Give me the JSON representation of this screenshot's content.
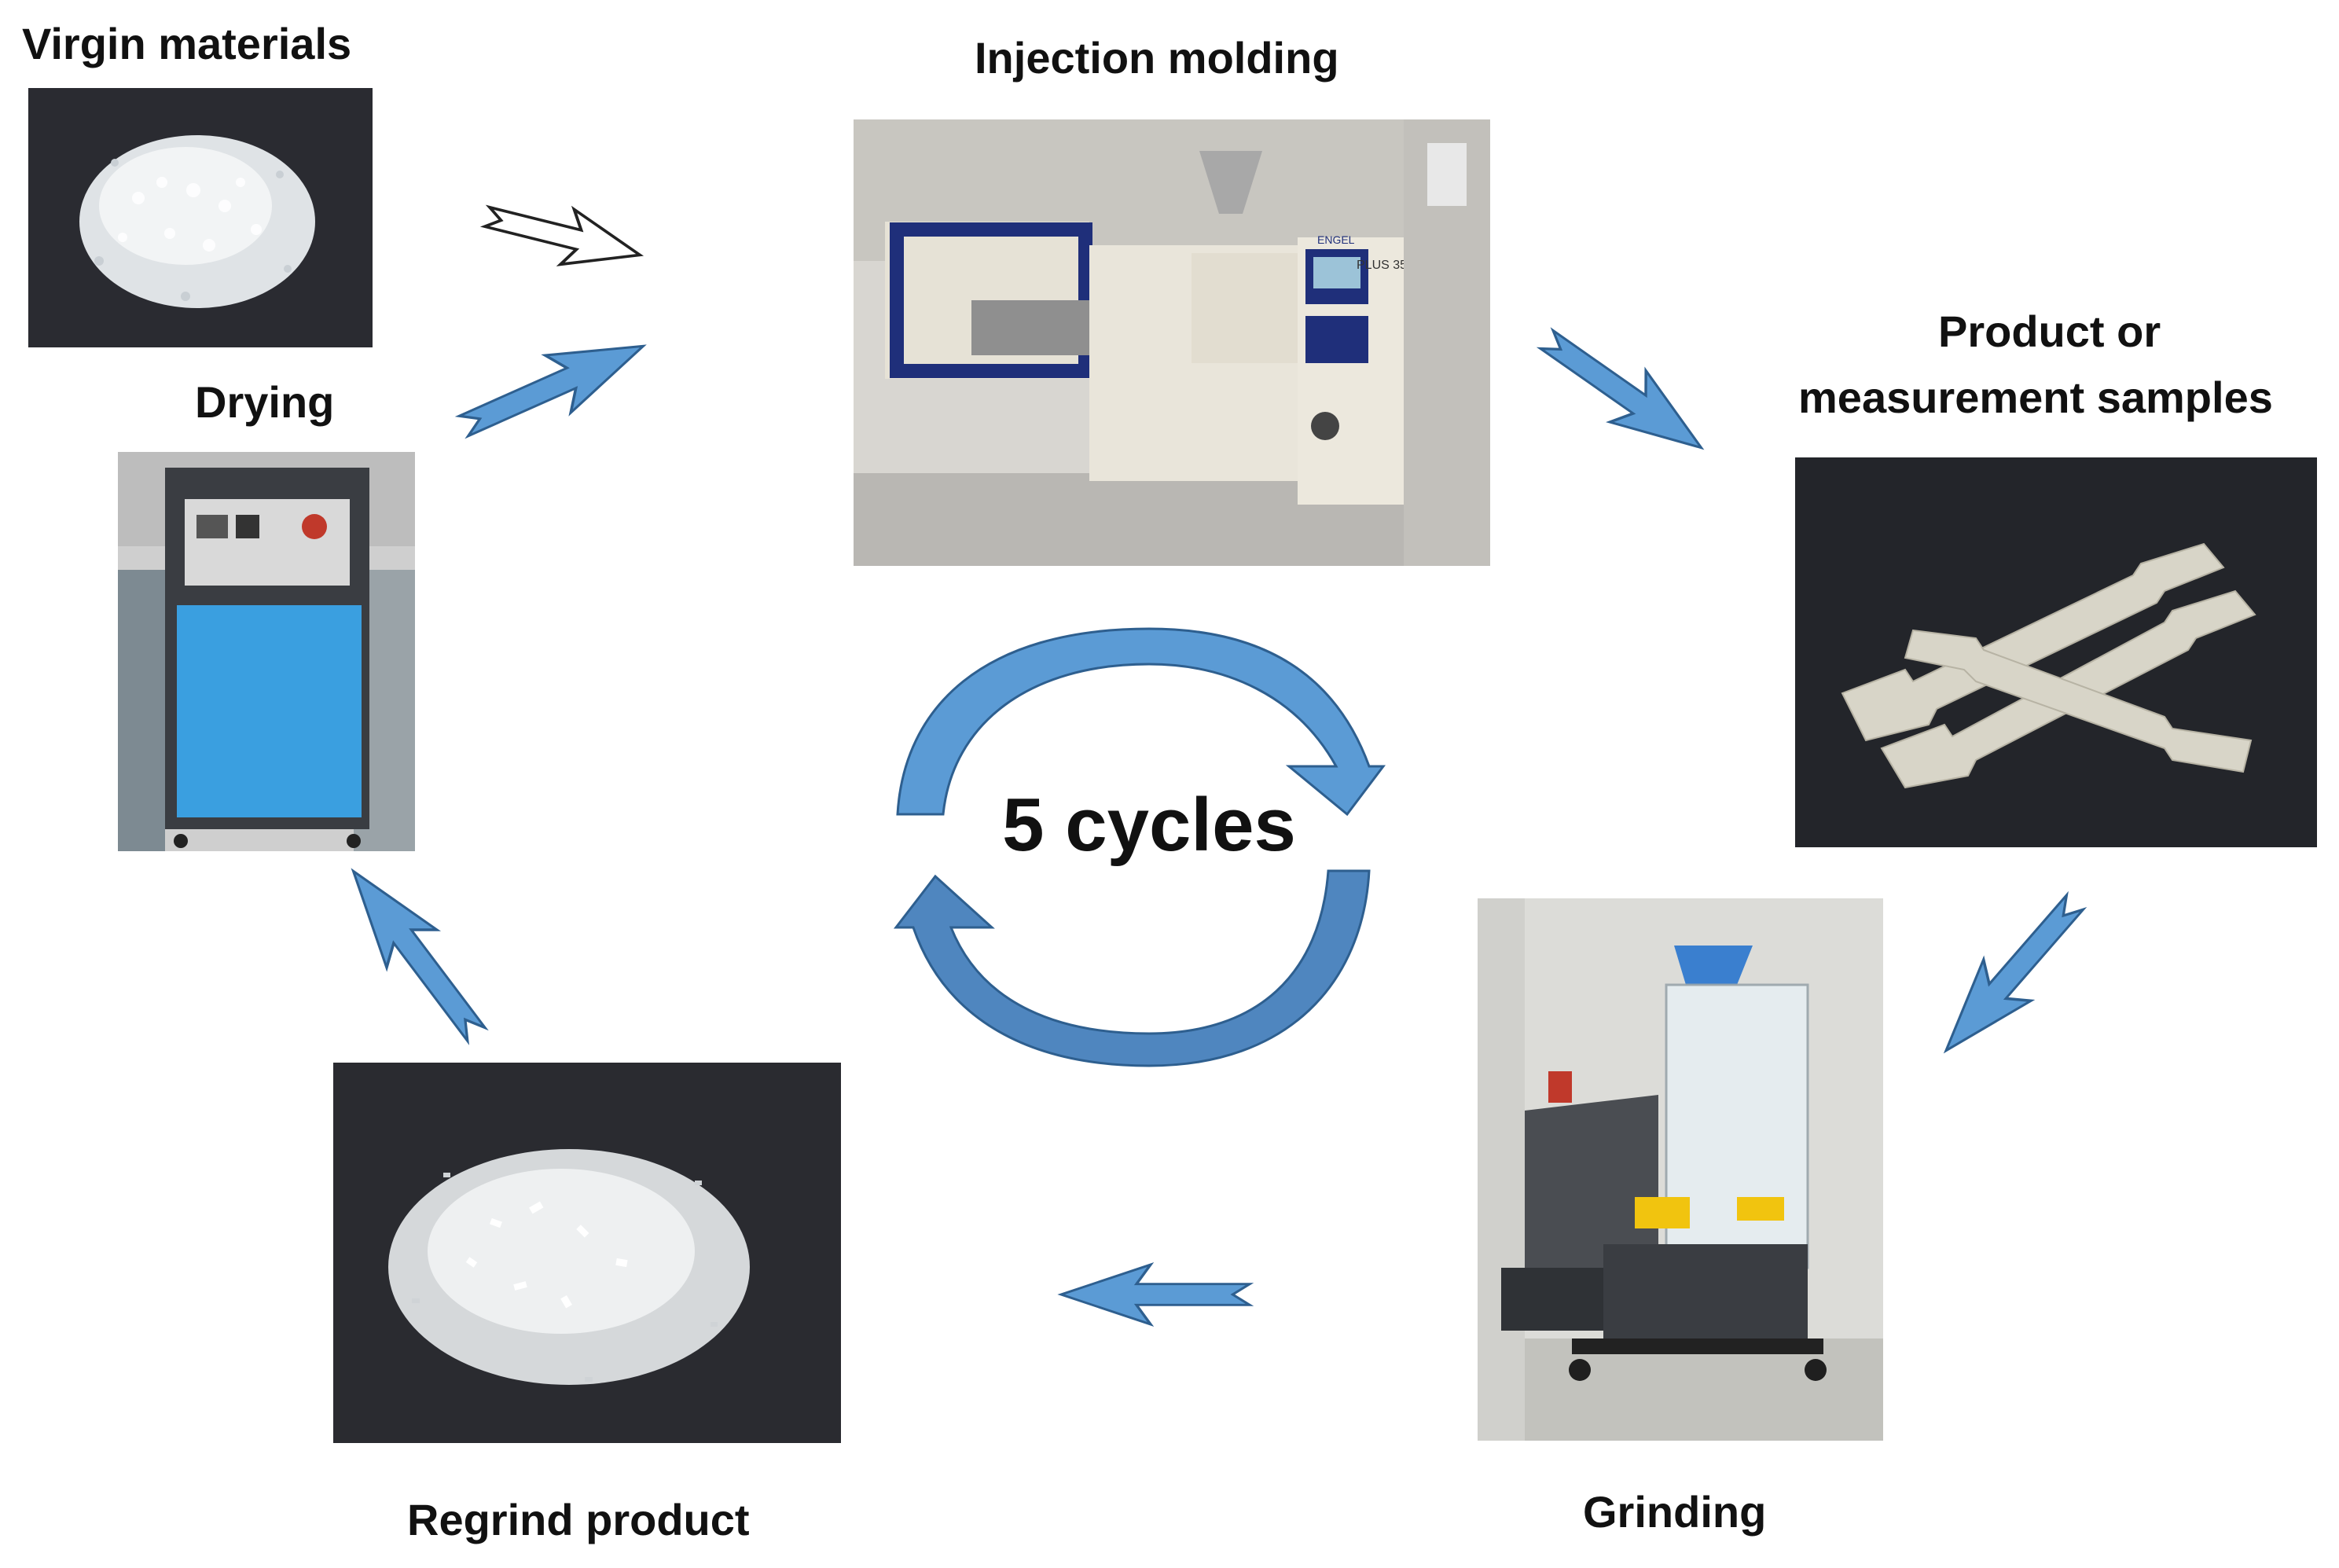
{
  "stages": {
    "virgin": "Virgin materials",
    "drying": "Drying",
    "injection": "Injection molding",
    "product_line1": "Product or",
    "product_line2": "measurement samples",
    "grinding": "Grinding",
    "regrind": "Regrind product"
  },
  "cycle_label": "5 cycles",
  "machine_text": {
    "injection_brand": "ENGEL",
    "injection_model": "PLUS 35"
  },
  "colors": {
    "arrow_fill": "#5b9bd5",
    "arrow_stroke": "#2e5f8f",
    "cycle_fill": "#4f86bf",
    "hollow_arrow_stroke": "#222222",
    "photo_dark_bg": "#25262b",
    "drying_blue": "#3a9fe0"
  },
  "icons": {
    "flow_arrow": "block-arrow",
    "cycle_symbol": "circular-arrows"
  }
}
